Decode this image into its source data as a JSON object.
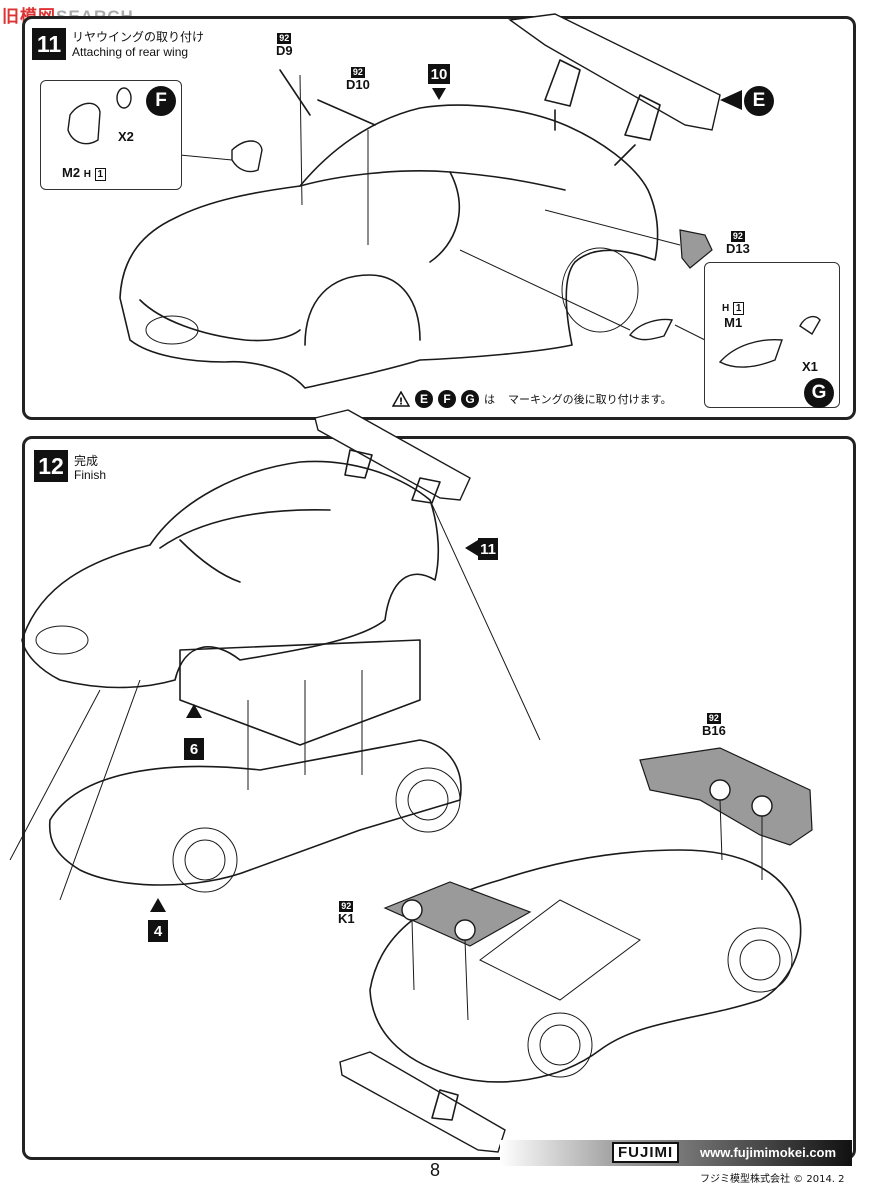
{
  "watermark": {
    "part_a": "旧模网",
    "part_b": "SEARCH"
  },
  "step11": {
    "number": "11",
    "title_jp": "リヤウイングの取り付け",
    "title_en": "Attaching of rear wing",
    "parts": {
      "d9": {
        "badge": "92",
        "code": "D9"
      },
      "d10": {
        "badge": "92",
        "code": "D10"
      },
      "d13": {
        "badge": "92",
        "code": "D13"
      },
      "x2": "X2",
      "m2": "M2",
      "m2_badge_h": "H",
      "m2_badge_n": "1",
      "m1": "M1",
      "m1_badge_h": "H",
      "m1_badge_n": "1",
      "x1": "X1"
    },
    "ref_10": "10",
    "callouts": {
      "f": "F",
      "e": "E",
      "g": "G"
    },
    "note": {
      "e": "E",
      "f": "F",
      "g": "G",
      "ha": "は",
      "text": "マーキングの後に取り付けます。"
    }
  },
  "step12": {
    "number": "12",
    "title_jp": "完成",
    "title_en": "Finish",
    "ref_11": "11",
    "ref_6": "6",
    "ref_4": "4",
    "parts": {
      "b16": {
        "badge": "92",
        "code": "B16"
      },
      "k1": {
        "badge": "92",
        "code": "K1"
      }
    }
  },
  "footer": {
    "brand": "FUJIMI",
    "url": "www.fujimimokei.com",
    "page_number": "8",
    "copyright": "フジミ模型株式会社 © 2014. 2"
  }
}
